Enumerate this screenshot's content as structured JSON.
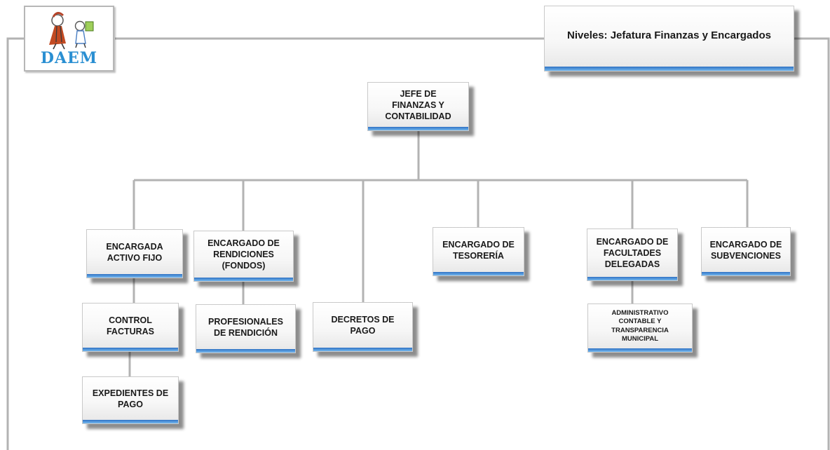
{
  "logo": {
    "text": "DAEM"
  },
  "header": {
    "title": "Niveles: Jefatura Finanzas  y Encargados"
  },
  "nodes": {
    "jefe": "JEFE DE\nFINANZAS  Y\nCONTABILIDAD",
    "activo_fijo": "ENCARGADA\nACTIVO FIJO",
    "control_facturas": "CONTROL\nFACTURAS",
    "expedientes_pago": "EXPEDIENTES DE\nPAGO",
    "rendiciones": "ENCARGADO DE\nRENDICIONES\n(FONDOS)",
    "profesionales_rendicion": "PROFESIONALES\nDE RENDICIÓN",
    "decretos_pago": "DECRETOS DE\nPAGO",
    "tesoreria": "ENCARGADO DE\nTESORERÍA",
    "facultades_delegadas": "ENCARGADO DE\nFACULTADES\nDELEGADAS",
    "administrativo": "ADMINISTRATIVO\nCONTABLE Y\nTRANSPARENCIA\nMUNICIPAL",
    "subvenciones": "ENCARGADO DE\nSUBVENCIONES"
  },
  "colors": {
    "line": "#b3b3b3",
    "accent_blue": "#2f72c4",
    "logo_blue": "#2a8fd2"
  }
}
